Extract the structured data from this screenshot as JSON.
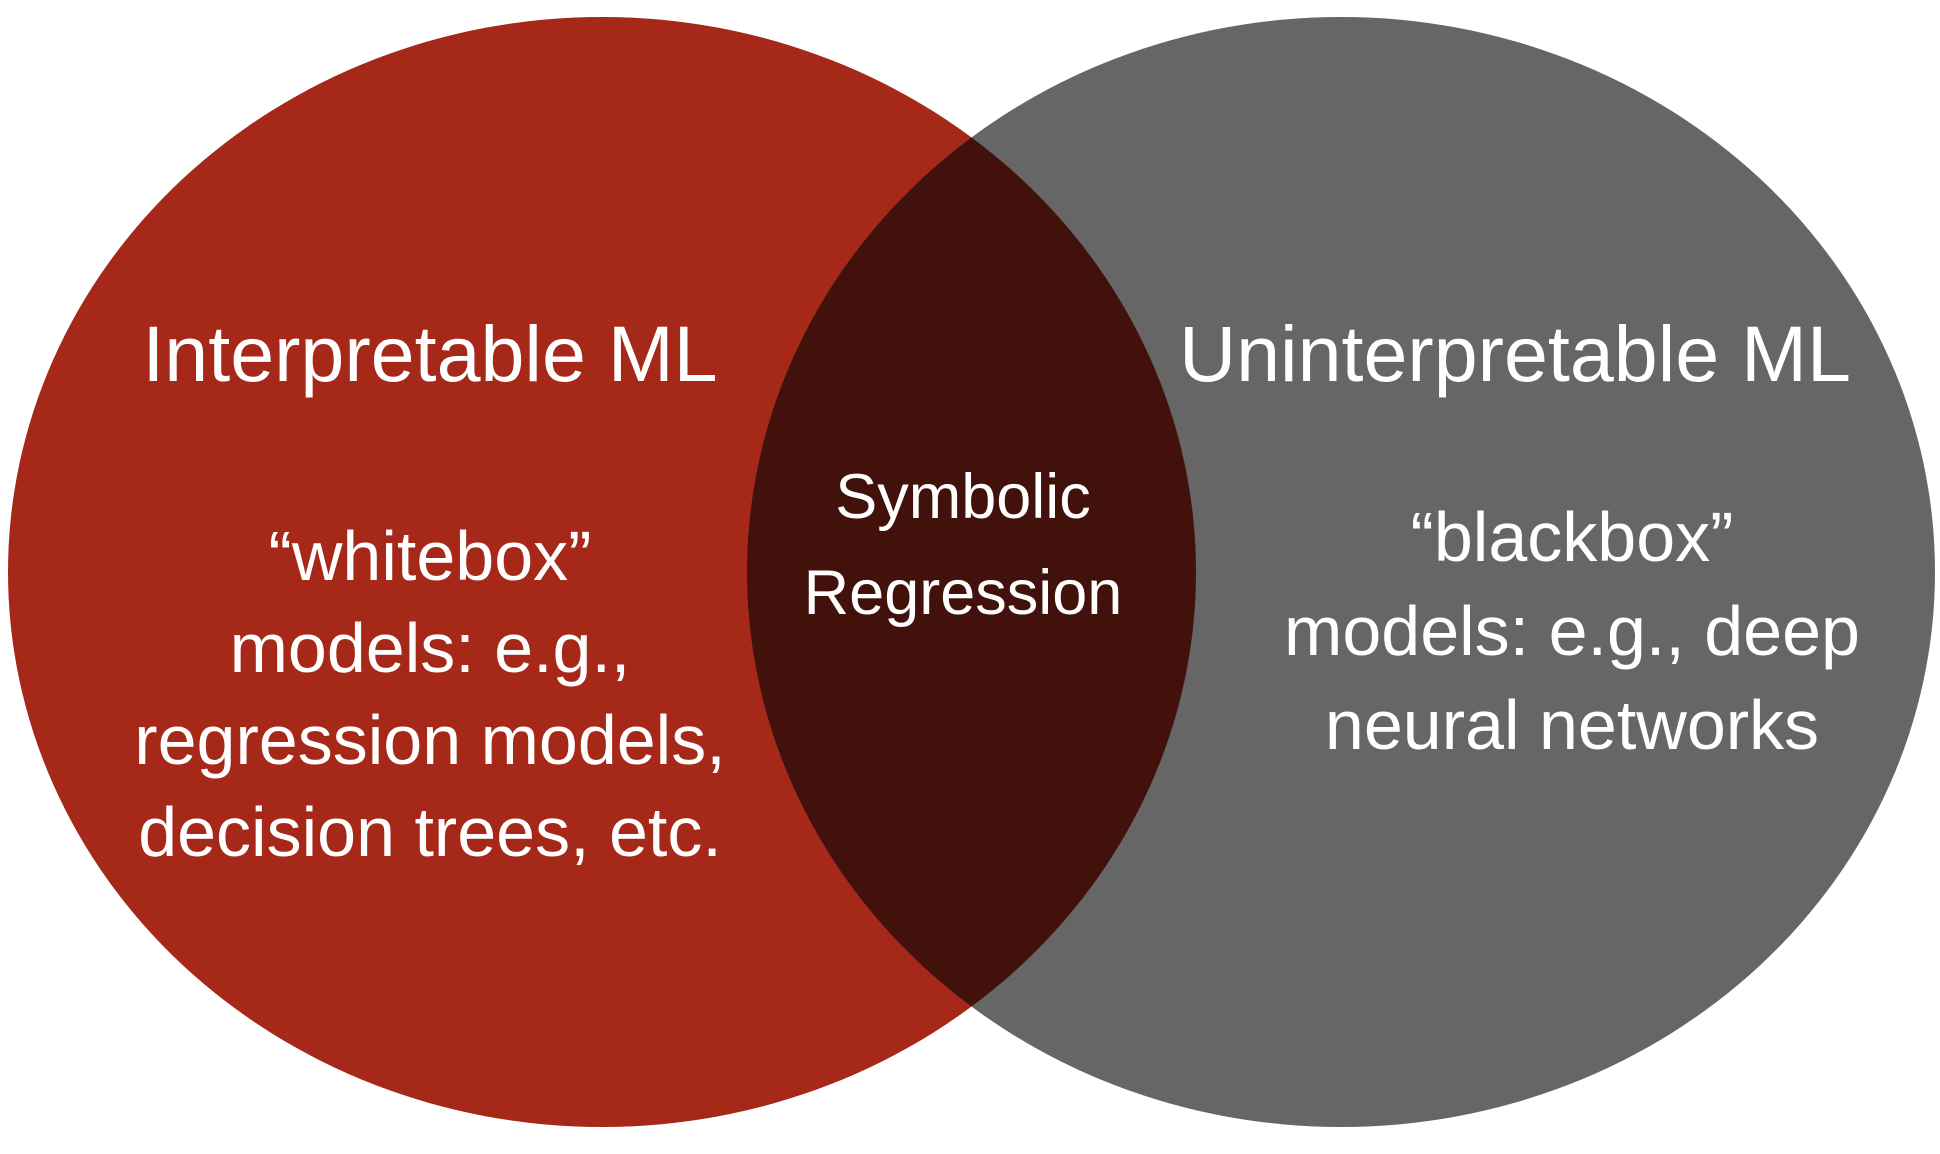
{
  "colors": {
    "left_circle": "#a52819",
    "right_circle": "#666666",
    "overlap": "#42110b",
    "text": "#ffffff",
    "background": "#ffffff"
  },
  "left": {
    "title": "Interpretable ML",
    "lines": [
      "“whitebox”",
      "models: e.g.,",
      "regression models,",
      "decision trees, etc."
    ]
  },
  "right": {
    "title": "Uninterpretable ML",
    "lines": [
      "“blackbox”",
      "models: e.g., deep",
      "neural networks"
    ]
  },
  "overlap": {
    "lines": [
      "Symbolic",
      "Regression"
    ]
  }
}
